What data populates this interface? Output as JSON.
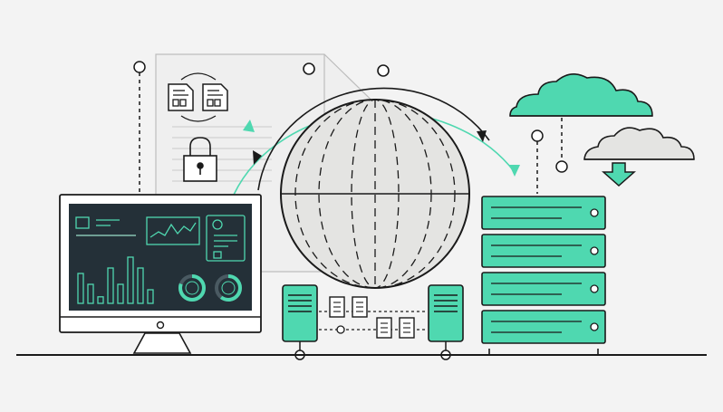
{
  "scene": {
    "subject": "data-center-network",
    "colors": {
      "background": "#f3f3f3",
      "line": "#1a1a1a",
      "accent": "#4fd8b0",
      "screen": "#243038",
      "globe": "#e4e4e2",
      "document": "#eeeeee"
    },
    "icons": [
      "monitor-icon",
      "dashboard-icon",
      "globe-icon",
      "server-rack-icon",
      "cloud-icon",
      "download-cloud-icon",
      "padlock-icon",
      "document-icon",
      "sync-arrows-icon",
      "tower-server-icon"
    ],
    "dashboard": {
      "bar_values": [
        0.55,
        0.35,
        0.12,
        0.65,
        0.35,
        0.85,
        0.65,
        0.25
      ],
      "donut_progress": [
        0.8,
        0.6
      ]
    },
    "server_rack": {
      "unit_count": 4
    }
  }
}
